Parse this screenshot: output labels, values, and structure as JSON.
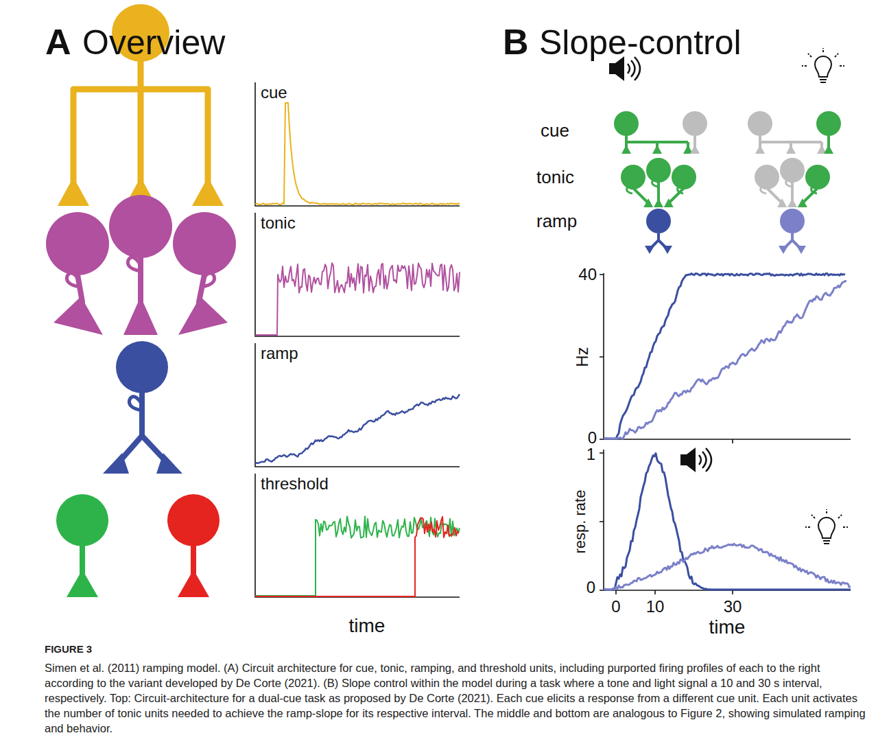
{
  "diagram": {
    "caption": "Simen et al. (2011) ramping model. (A) Circuit architecture for cue, tonic, ramping, and threshold units, including purported firing profiles of each to the right according to the variant developed by De Corte (2021). (B) Slope control within the model during a task where a tone and light signal a 10 and 30 s interval, respectively. Top: Circuit-architecture for a dual-cue task as proposed by De Corte (2021). Each cue elicits a response from a different cue unit. Each unit activates the number of tonic units needed to achieve the ramp-slope for its respective interval. The middle and bottom are analogous to Figure 2, showing simulated ramping and behavior.",
    "labels": [
      "A",
      "Overview",
      "cue",
      "tonic",
      "ramp",
      "threshold",
      "time",
      "B",
      "Slope-control",
      "cue",
      "tonic",
      "ramp",
      "40",
      "Hz",
      "0",
      "1",
      "resp. rate",
      "0",
      "0",
      "10",
      "30",
      "time",
      "FIGURE 3"
    ]
  }
}
